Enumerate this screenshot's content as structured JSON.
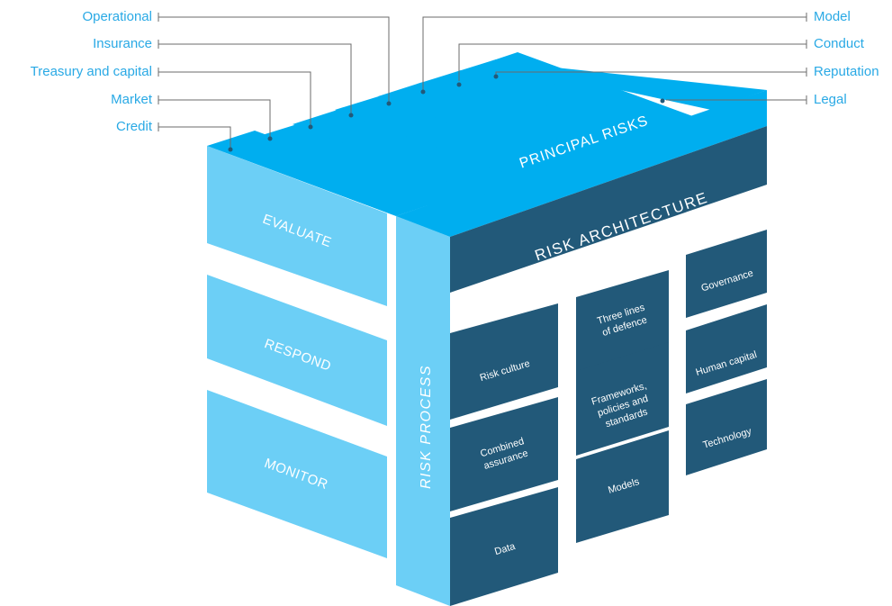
{
  "colors": {
    "light_blue": "#6ccff6",
    "mid_blue": "#00aeef",
    "dark_blue": "#225979",
    "label_blue": "#29a9e5",
    "connector": "#6b6b6b"
  },
  "principal_risks": {
    "title": "PRINCIPAL RISKS",
    "left_labels": [
      "Operational",
      "Insurance",
      "Treasury and capital",
      "Market",
      "Credit"
    ],
    "right_labels": [
      "Model",
      "Conduct",
      "Reputation",
      "Legal"
    ]
  },
  "risk_process": {
    "title": "RISK PROCESS",
    "stages": [
      "EVALUATE",
      "RESPOND",
      "MONITOR"
    ]
  },
  "risk_architecture": {
    "title": "RISK ARCHITECTURE",
    "elements": {
      "three_lines_1": "Three lines",
      "three_lines_2": "of defence",
      "governance": "Governance",
      "risk_culture": "Risk culture",
      "frameworks_1": "Frameworks,",
      "frameworks_2": "policies and",
      "frameworks_3": "standards",
      "human_capital": "Human capital",
      "combined_1": "Combined",
      "combined_2": "assurance",
      "technology": "Technology",
      "models": "Models",
      "data": "Data"
    }
  }
}
